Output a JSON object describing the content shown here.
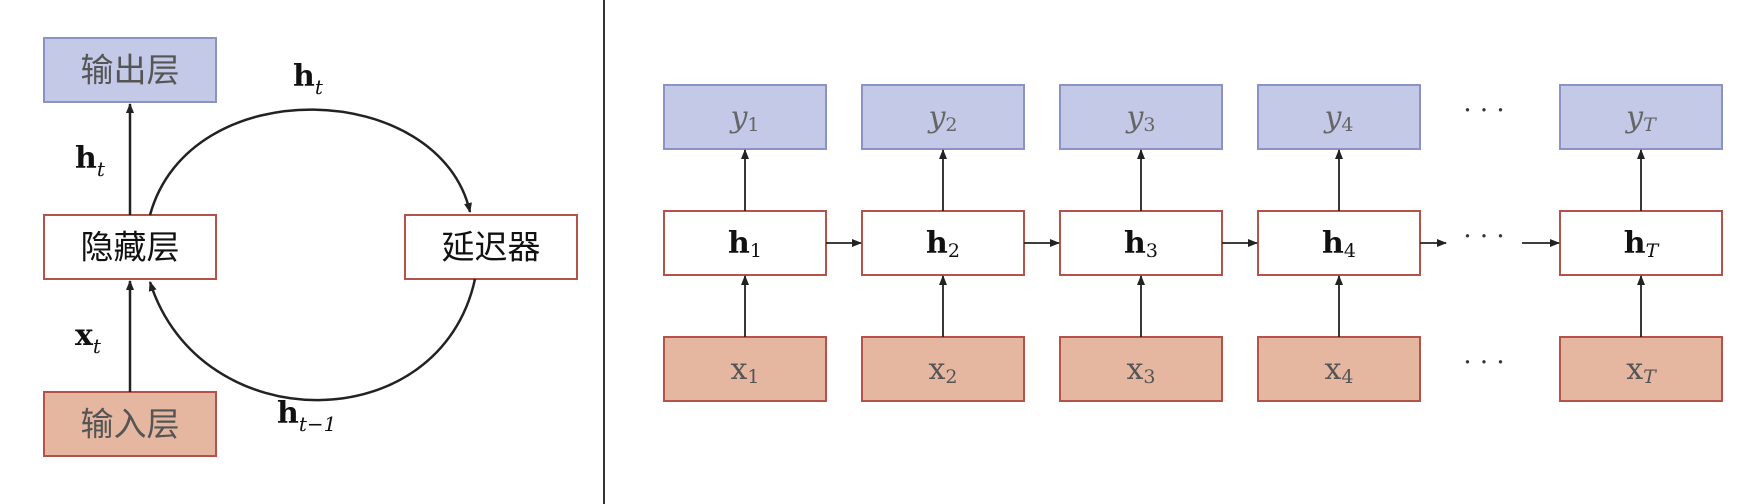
{
  "left_diagram": {
    "output_layer": "输出层",
    "hidden_layer": "隐藏层",
    "input_layer": "输入层",
    "delay": "延迟器",
    "label_ht_top": {
      "base": "h",
      "sub": "t"
    },
    "label_ht_left": {
      "base": "h",
      "sub": "t"
    },
    "label_xt": {
      "base": "x",
      "sub": "t"
    },
    "label_ht_minus_1": {
      "base": "h",
      "sub": "t−1"
    }
  },
  "right_diagram": {
    "columns": [
      {
        "y": {
          "base": "y",
          "sub": "1"
        },
        "h": {
          "base": "h",
          "sub": "1"
        },
        "x": {
          "base": "x",
          "sub": "1"
        }
      },
      {
        "y": {
          "base": "y",
          "sub": "2"
        },
        "h": {
          "base": "h",
          "sub": "2"
        },
        "x": {
          "base": "x",
          "sub": "2"
        }
      },
      {
        "y": {
          "base": "y",
          "sub": "3"
        },
        "h": {
          "base": "h",
          "sub": "3"
        },
        "x": {
          "base": "x",
          "sub": "3"
        }
      },
      {
        "y": {
          "base": "y",
          "sub": "4"
        },
        "h": {
          "base": "h",
          "sub": "4"
        },
        "x": {
          "base": "x",
          "sub": "4"
        }
      },
      {
        "y": {
          "base": "y",
          "sub": "T"
        },
        "h": {
          "base": "h",
          "sub": "T"
        },
        "x": {
          "base": "x",
          "sub": "T"
        }
      }
    ],
    "ellipsis": "· · ·"
  },
  "colors": {
    "output_fill": "#c3c9e6",
    "output_stroke": "#8a93c4",
    "hidden_fill": "#ffffff",
    "hidden_stroke": "#b5524a",
    "input_fill": "#e5b7a1",
    "input_stroke": "#b5524a",
    "arrow": "#222222",
    "divider": "#333333"
  }
}
